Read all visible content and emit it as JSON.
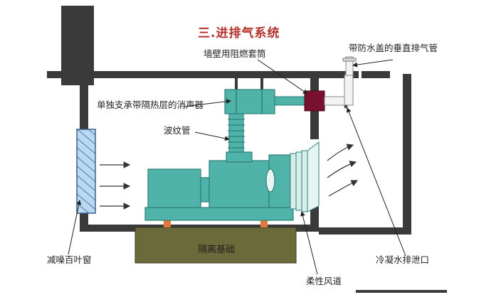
{
  "title": "三.进排气系统",
  "labels": {
    "fireproof_sleeve": "墙壁用阻燃套筒",
    "vertical_exhaust": "带防水盖的垂直排气管",
    "muffler": "单独支承带隔热层的消声器",
    "bellows": "波纹管",
    "isolation_foundation": "隔离基础",
    "louver": "减噪百叶窗",
    "condensate_drain": "冷凝水排泄口",
    "flexible_duct": "柔性风道"
  },
  "colors": {
    "title": "#b4322c",
    "wall": "#3a3a3a",
    "equipment": "#4fb3a9",
    "equipment_dark": "#2f7f78",
    "foundation": "#6b6a3a",
    "sleeve": "#7a1030",
    "louver": "#b9d8f2",
    "pad": "#e07a3a"
  }
}
